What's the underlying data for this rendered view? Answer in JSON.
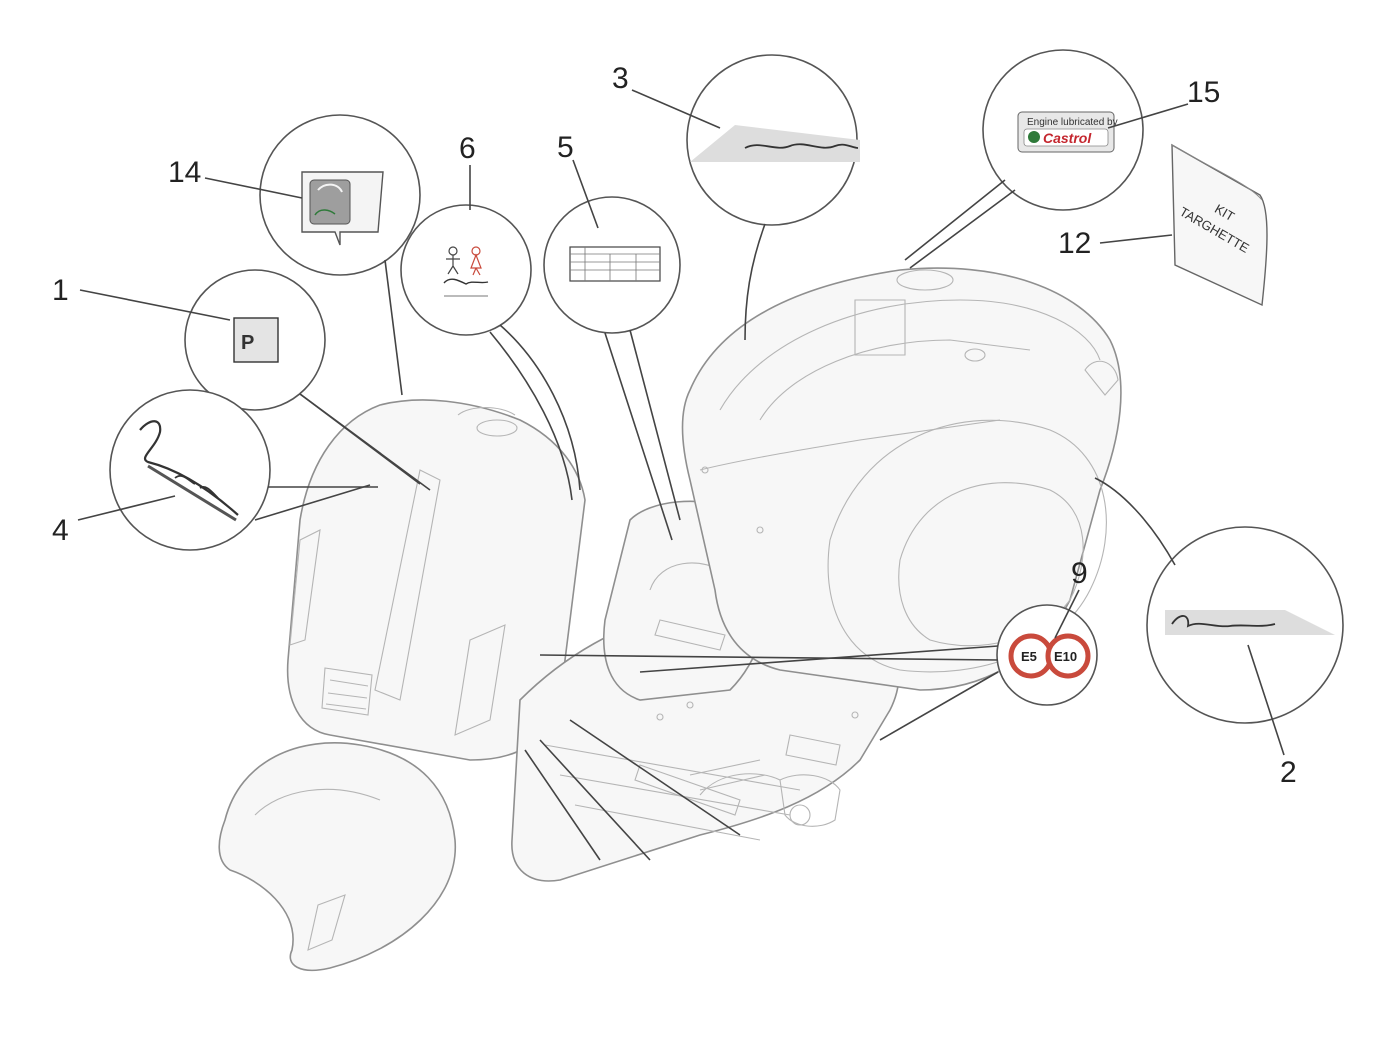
{
  "labels": {
    "l1": "1",
    "l2": "2",
    "l3": "3",
    "l4": "4",
    "l5": "5",
    "l6": "6",
    "l9": "9",
    "l12": "12",
    "l14": "14",
    "l15": "15"
  },
  "stickers": {
    "castrol_top": "Engine lubricated by",
    "castrol_brand": "Castrol",
    "kit_line1": "KIT",
    "kit_line2": "TARGHETTE",
    "fuel_e5": "E5",
    "fuel_e10": "E10"
  },
  "colors": {
    "line": "#444444",
    "vehicle": "#9a9a9a",
    "fuel_ring": "#c94a3c",
    "castrol_red": "#c4262e",
    "castrol_green": "#2f7a3a"
  }
}
